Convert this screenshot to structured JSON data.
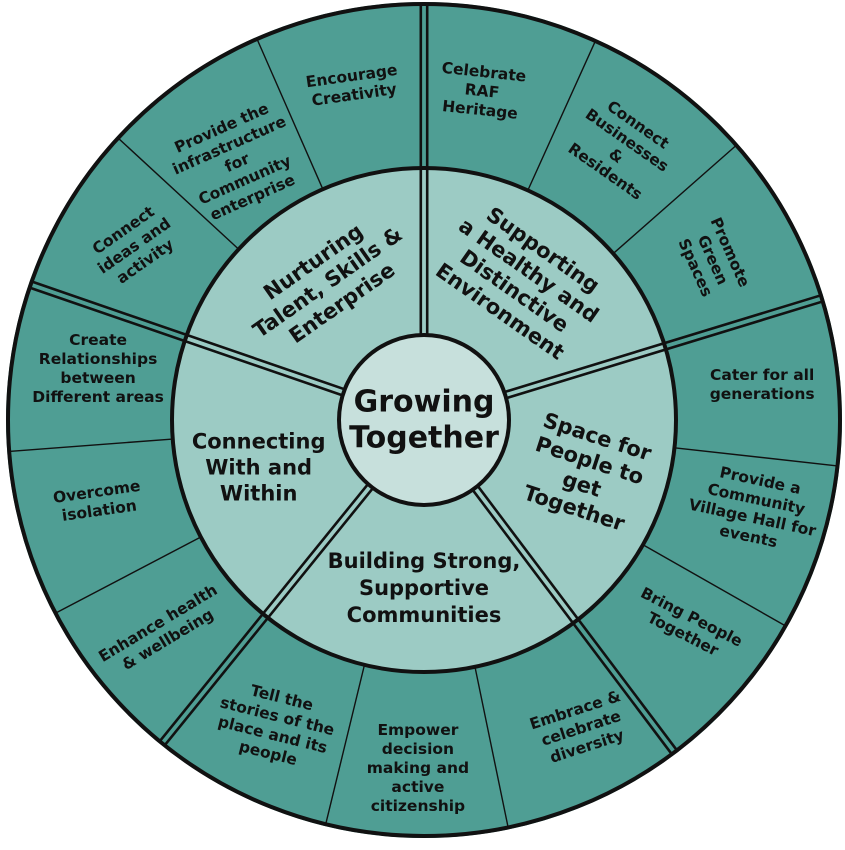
{
  "colors": {
    "outer_ring": "#4f9e94",
    "middle_ring": "#9ccbc4",
    "center": "#c7e0dc",
    "line": "#111111"
  },
  "center": {
    "lines": [
      "Growing",
      "Together"
    ]
  },
  "themes": [
    {
      "id": "nurturing",
      "label_lines": [
        "Nurturing",
        "Talent, Skills &",
        "Enterprise"
      ],
      "segments": [
        {
          "id": "connect-ideas",
          "lines": [
            "Connect",
            "ideas and",
            "activity"
          ]
        },
        {
          "id": "infrastructure",
          "lines": [
            "Provide the",
            "infrastructure",
            "for",
            "Community",
            "enterprise"
          ]
        },
        {
          "id": "creativity",
          "lines": [
            "Encourage",
            "Creativity"
          ]
        }
      ]
    },
    {
      "id": "healthy-environment",
      "label_lines": [
        "Supporting",
        "a Healthy and",
        "Distinctive",
        "Environment"
      ],
      "segments": [
        {
          "id": "raf-heritage",
          "lines": [
            "Celebrate",
            "RAF",
            "Heritage"
          ]
        },
        {
          "id": "connect-businesses",
          "lines": [
            "Connect",
            "Businesses",
            "&",
            "Residents"
          ]
        },
        {
          "id": "green-spaces",
          "lines": [
            "Promote",
            "Green",
            "Spaces"
          ]
        }
      ]
    },
    {
      "id": "space-for-people",
      "label_lines": [
        "Space for",
        "People to",
        "get",
        "Together"
      ],
      "segments": [
        {
          "id": "all-generations",
          "lines": [
            "Cater for all",
            "generations"
          ]
        },
        {
          "id": "village-hall",
          "lines": [
            "Provide a",
            "Community",
            "Village Hall for",
            "events"
          ]
        },
        {
          "id": "bring-people",
          "lines": [
            "Bring People",
            "Together"
          ]
        }
      ]
    },
    {
      "id": "strong-communities",
      "label_lines": [
        "Building Strong,",
        "Supportive",
        "Communities"
      ],
      "segments": [
        {
          "id": "embrace-diversity",
          "lines": [
            "Embrace &",
            "celebrate",
            "diversity"
          ]
        },
        {
          "id": "empower",
          "lines": [
            "Empower",
            "decision",
            "making and",
            "active",
            "citizenship"
          ]
        },
        {
          "id": "tell-stories",
          "lines": [
            "Tell the",
            "stories of the",
            "place and its",
            "people"
          ]
        }
      ]
    },
    {
      "id": "connecting",
      "label_lines": [
        "Connecting",
        "With and",
        "Within"
      ],
      "segments": [
        {
          "id": "health-wellbeing",
          "lines": [
            "Enhance health",
            "& wellbeing"
          ]
        },
        {
          "id": "overcome-isolation",
          "lines": [
            "Overcome",
            "isolation"
          ]
        },
        {
          "id": "relationships",
          "lines": [
            "Create",
            "Relationships",
            "between",
            "Different areas"
          ]
        }
      ]
    }
  ]
}
